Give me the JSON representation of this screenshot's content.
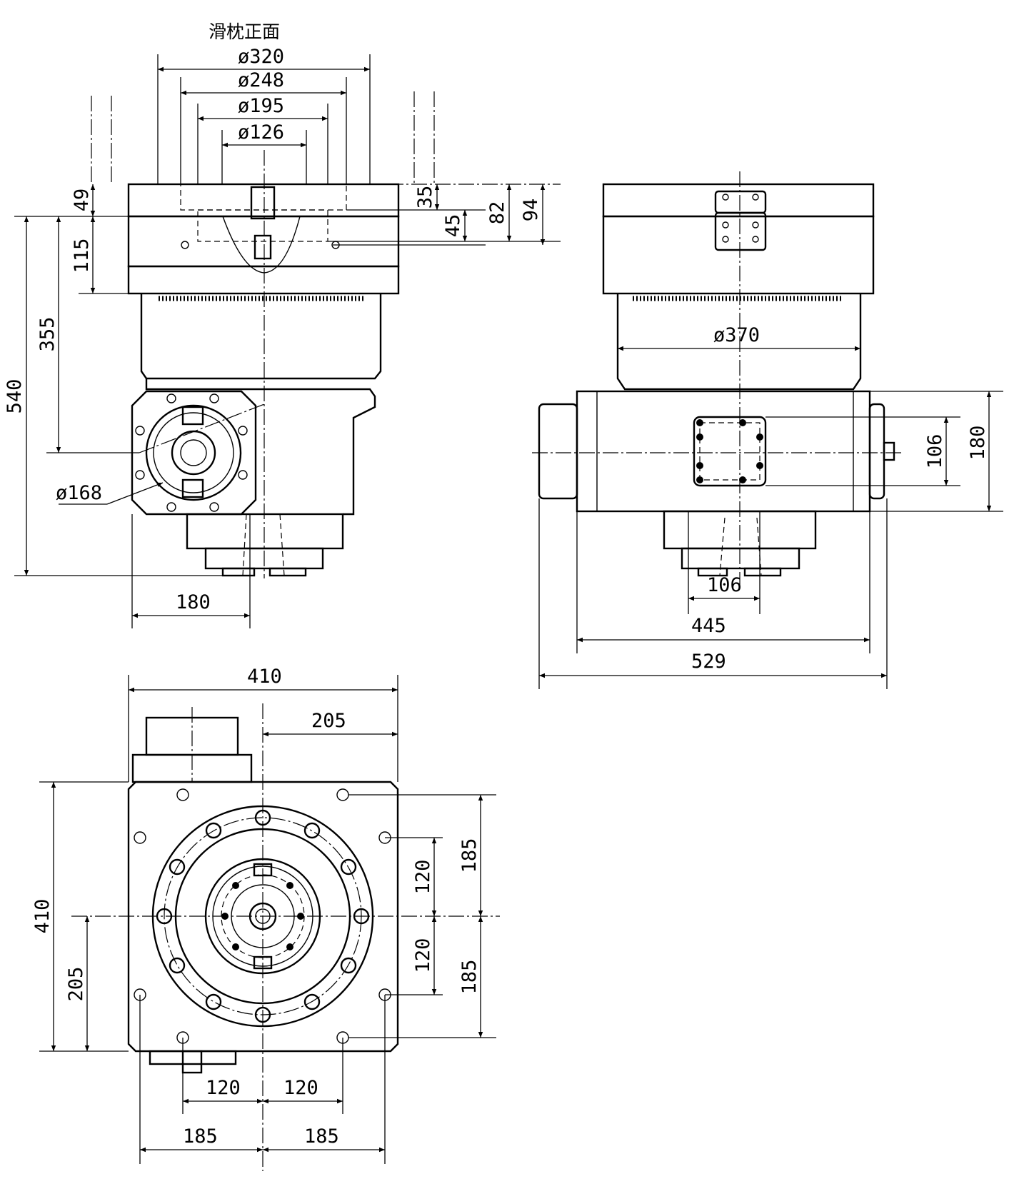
{
  "front_view": {
    "title": "滑枕正面",
    "dims": {
      "d320": "ø320",
      "d248": "ø248",
      "d195": "ø195",
      "d126": "ø126",
      "h49": "49",
      "h115": "115",
      "h355": "355",
      "h540": "540",
      "h35": "35",
      "h45": "45",
      "h82": "82",
      "h94": "94",
      "d168": "ø168",
      "w180": "180"
    }
  },
  "side_view": {
    "dims": {
      "d370": "ø370",
      "h106": "106",
      "h180": "180",
      "w106": "106",
      "w445": "445",
      "w529": "529"
    }
  },
  "bottom_view": {
    "dims": {
      "w410": "410",
      "w205": "205",
      "h185_top": "185",
      "h120_top": "120",
      "h120_bottom": "120",
      "h185_bottom": "185",
      "h410": "410",
      "h205": "205",
      "w120_left": "120",
      "w120_right": "120",
      "w185_left": "185",
      "w185_right": "185"
    }
  }
}
